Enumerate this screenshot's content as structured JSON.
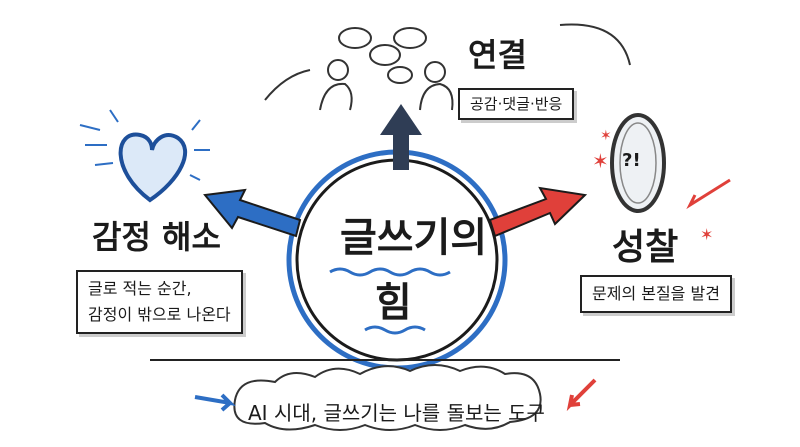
{
  "center": {
    "line1": "글쓰기의",
    "line2": "힘"
  },
  "connection": {
    "title": "연결",
    "detail": "공감·댓글·반응"
  },
  "emotion": {
    "title": "감정 해소",
    "detail_line1": "글로 적는 순간,",
    "detail_line2": "감정이 밖으로 나온다"
  },
  "reflection": {
    "title": "성찰",
    "detail": "문제의 본질을 발견",
    "mirror_text": "?!"
  },
  "footer": {
    "caption": "AI 시대, 글쓰기는 나를 돌보는 도구"
  },
  "colors": {
    "blue": "#2d6ec4",
    "red": "#e0403a",
    "navy": "#2f3d55",
    "ink": "#1b1b1b"
  }
}
